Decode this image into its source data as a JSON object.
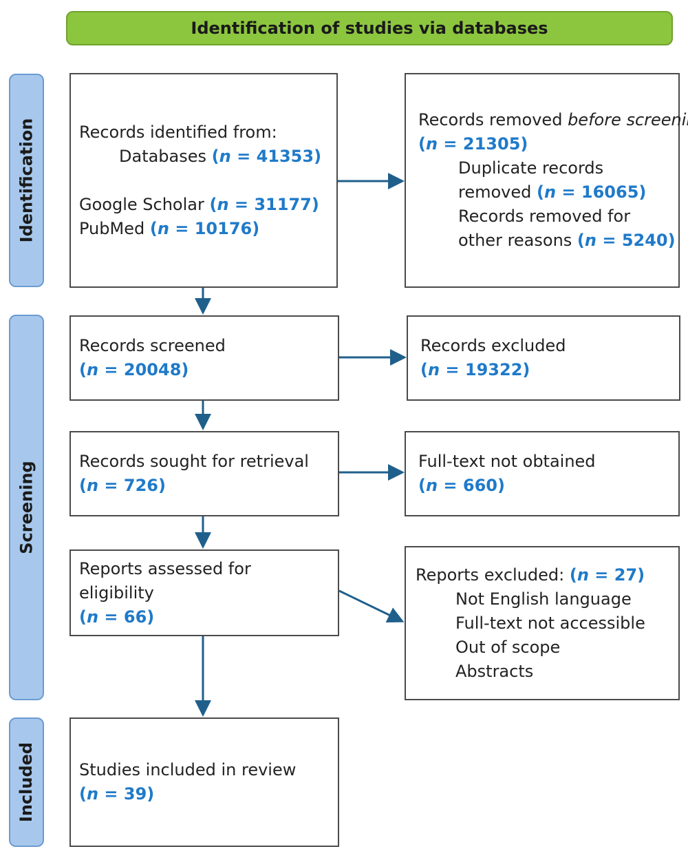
{
  "header": {
    "title": "Identification of studies via databases"
  },
  "stages": {
    "identification": "Identification",
    "screening": "Screening",
    "included": "Included"
  },
  "boxes": {
    "identified": {
      "title": "Records identified from:",
      "databases_label": "Databases",
      "databases_n": "41353",
      "scholar_label": "Google Scholar",
      "scholar_n": "31177",
      "pubmed_label": "PubMed",
      "pubmed_n": "10176"
    },
    "removed": {
      "title_pre": "Records removed ",
      "title_italic": "before screening",
      "total_n": "21305",
      "dup_line1": "Duplicate records",
      "dup_line2": "removed",
      "dup_n": "16065",
      "other_line1": "Records removed for",
      "other_line2": "other reasons",
      "other_n": "5240"
    },
    "screened": {
      "title": "Records screened",
      "n": "20048"
    },
    "excluded": {
      "title": "Records excluded",
      "n": "19322"
    },
    "sought": {
      "title": "Records sought for retrieval",
      "n": "726"
    },
    "not_obtained": {
      "title": "Full-text not obtained",
      "n": "660"
    },
    "assessed": {
      "title_line1": "Reports assessed for",
      "title_line2": "eligibility",
      "n": "66"
    },
    "reports_excluded": {
      "title": "Reports excluded:",
      "n": "27",
      "reasons": [
        "Not English language",
        "Full-text not accessible",
        "Out of scope",
        "Abstracts"
      ]
    },
    "included": {
      "title": "Studies included in review",
      "n": "39"
    }
  },
  "n_symbol": "n",
  "colors": {
    "header_fill": "#8cc63f",
    "stage_fill": "#a7c8ec",
    "count_text": "#1f7ac9",
    "arrow": "#1f5f8b"
  }
}
